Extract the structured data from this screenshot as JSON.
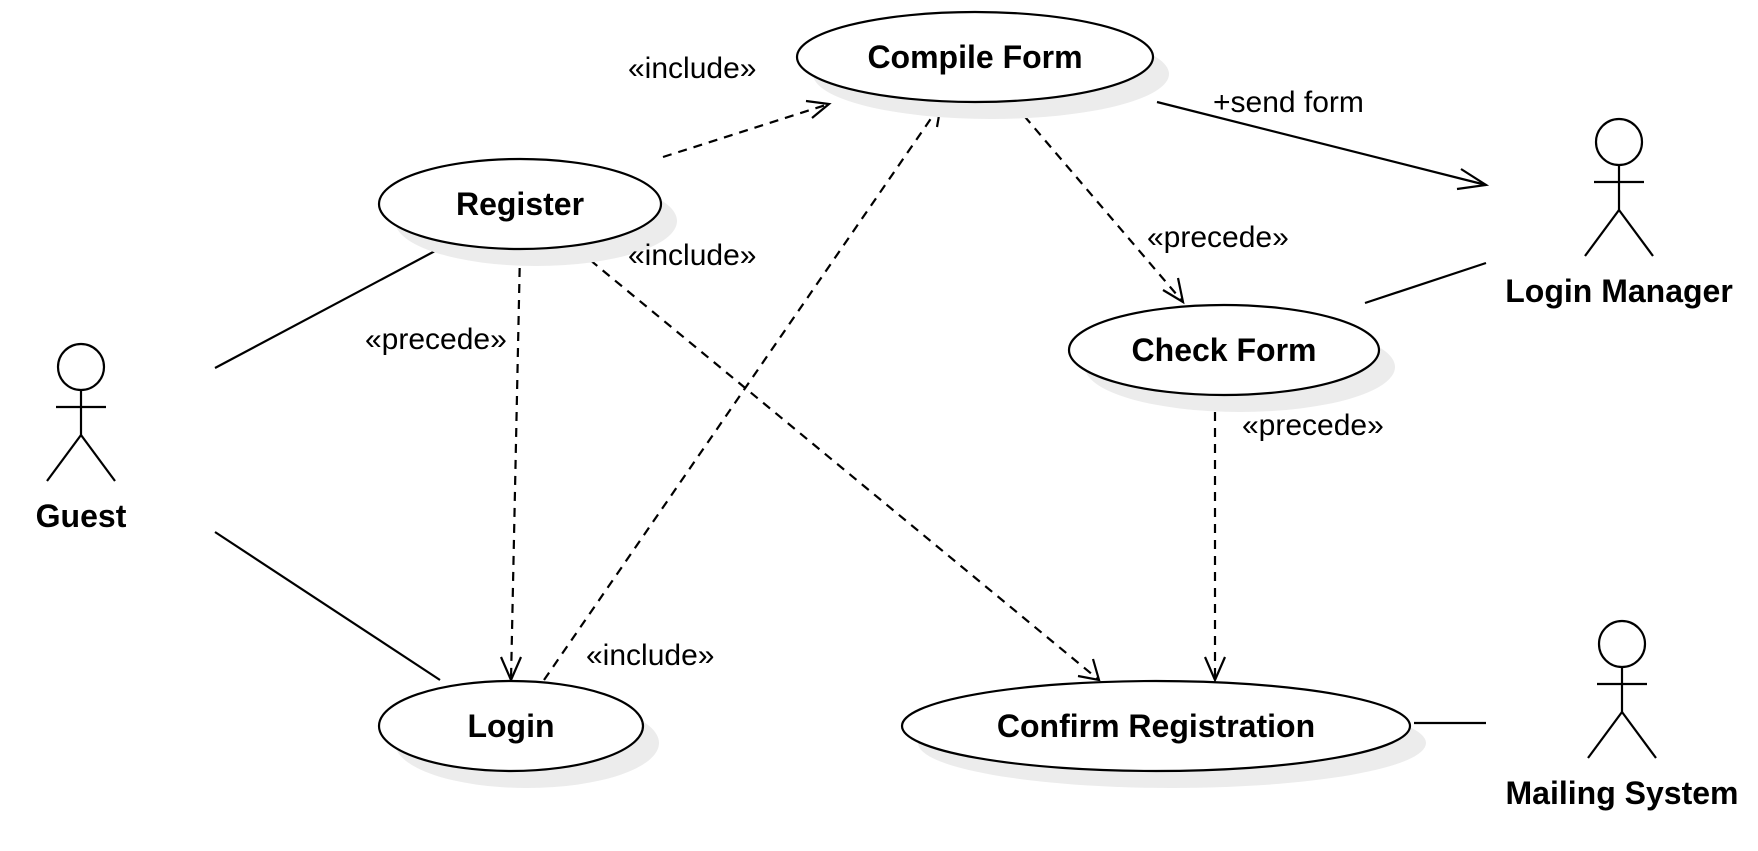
{
  "use_cases": {
    "compile_form": "Compile Form",
    "register": "Register",
    "check_form": "Check Form",
    "login": "Login",
    "confirm_registration": "Confirm Registration"
  },
  "actors": {
    "guest": "Guest",
    "login_manager": "Login Manager",
    "mailing_system": "Mailing System"
  },
  "relations": {
    "register_include_compile": "«include»",
    "register_include_confirm": "«include»",
    "register_precede_login": "«precede»",
    "login_include_compile": "«include»",
    "compile_precede_check": "«precede»",
    "check_precede_confirm": "«precede»",
    "send_form": "+send form"
  }
}
